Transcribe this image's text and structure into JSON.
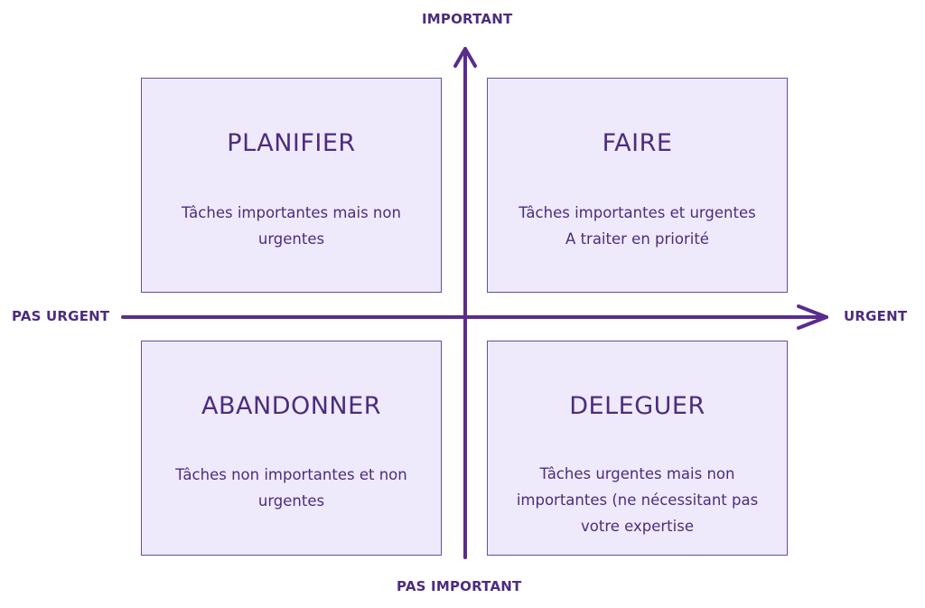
{
  "axes": {
    "top_label": "IMPORTANT",
    "bottom_label": "PAS IMPORTANT",
    "left_label": "PAS URGENT",
    "right_label": "URGENT"
  },
  "quadrants": {
    "planifier": {
      "title": "PLANIFIER",
      "lines": [
        "Tâches importantes mais non",
        "urgentes"
      ]
    },
    "faire": {
      "title": "FAIRE",
      "lines": [
        "Tâches importantes et urgentes",
        "A traiter en priorité"
      ]
    },
    "abandonner": {
      "title": "ABANDONNER",
      "lines": [
        "Tâches non importantes et non",
        "urgentes"
      ]
    },
    "deleguer": {
      "title": "DELEGUER",
      "lines": [
        "Tâches urgentes mais non",
        "importantes (ne nécessitant pas",
        "votre expertise"
      ]
    }
  },
  "colors": {
    "accent": "#5a2d8c",
    "box_fill": "#eeeafb",
    "box_border": "#6a4c9c",
    "text": "#4d2c7e"
  }
}
